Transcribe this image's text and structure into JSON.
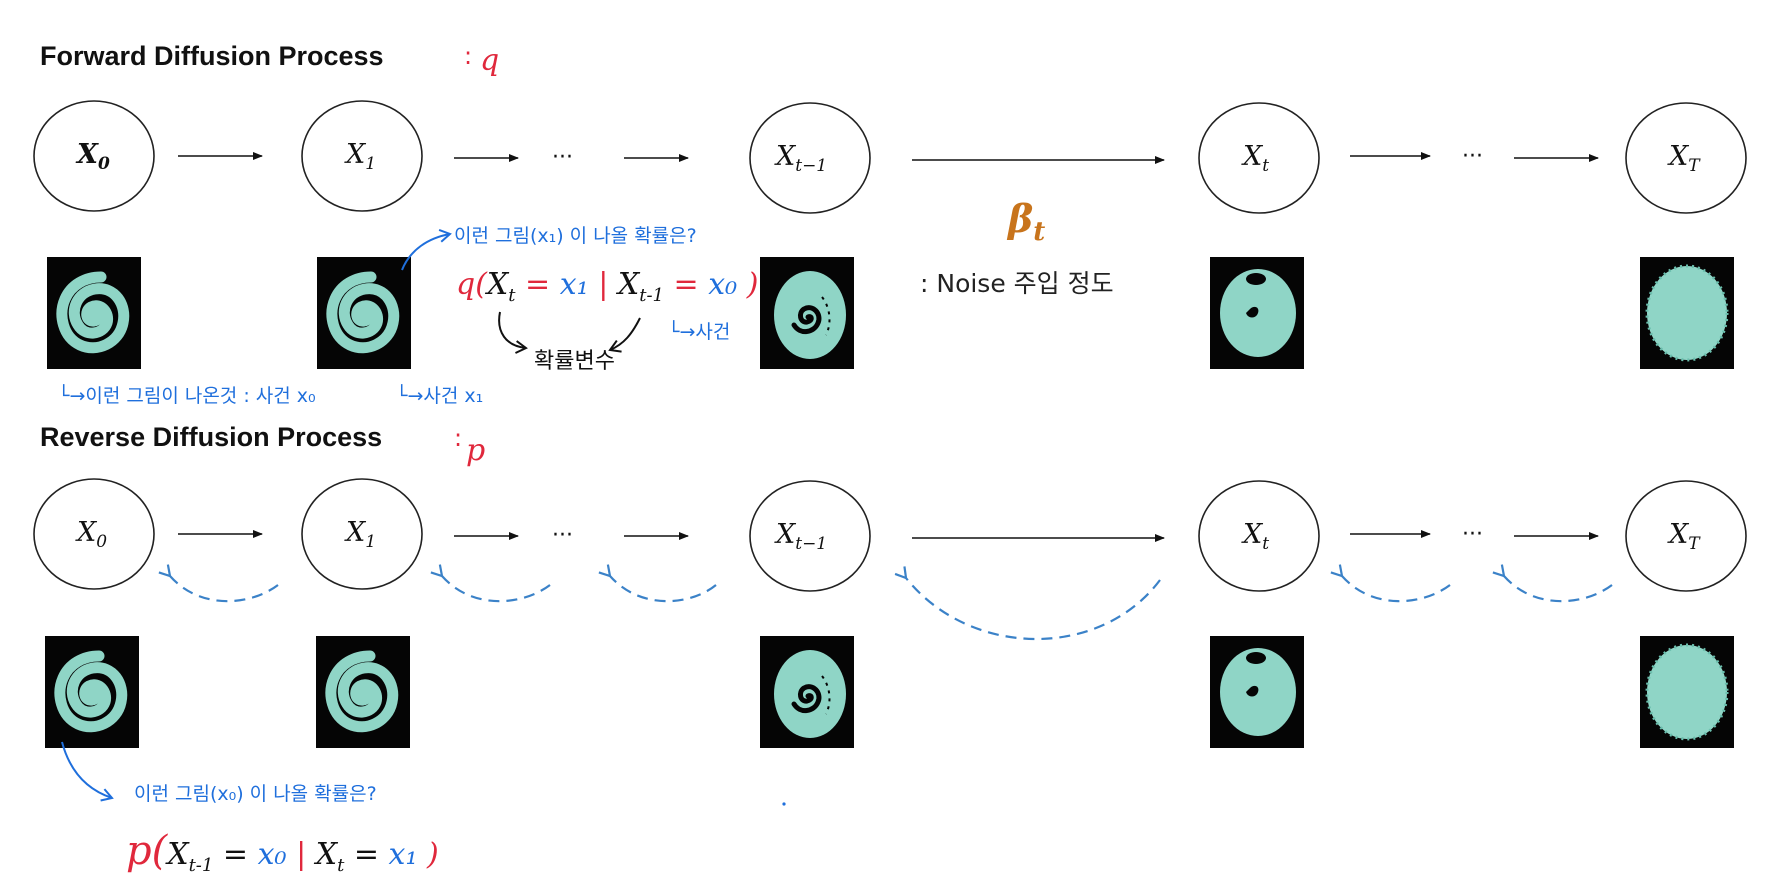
{
  "forward": {
    "title": "Forward Diffusion Process",
    "colon": ":",
    "symbol": "q",
    "nodes": [
      {
        "base": "X",
        "sub": "0"
      },
      {
        "base": "X",
        "sub": "1"
      },
      {
        "base": "X",
        "sub": "t−1"
      },
      {
        "base": "X",
        "sub": "t"
      },
      {
        "base": "X",
        "sub": "T"
      }
    ],
    "ellipsis": "···",
    "beta": {
      "base": "β",
      "sub": "t"
    },
    "noise_text": ": Noise 주입 정도",
    "annot_prob_q": "이런 그림(x₁) 이 나올 확률은?",
    "annot_event_x0": "└→이런 그림이 나온것 : 사건 x₀",
    "annot_event_x1": "└→사건 x₁",
    "annot_condition": "└→사건",
    "annot_rv": "확률변수",
    "formula_q": {
      "f": "q(",
      "xt": "X",
      "xt_sub": "t",
      "eq1": " = ",
      "v1": "x₁",
      "bar": " | ",
      "xt1": "X",
      "xt1_sub": "t-1",
      "eq2": " = ",
      "v2": "x₀",
      "close": " )"
    }
  },
  "reverse": {
    "title": "Reverse Diffusion Process",
    "colon": ":",
    "symbol": "p",
    "nodes": [
      {
        "base": "X",
        "sub": "0"
      },
      {
        "base": "X",
        "sub": "1"
      },
      {
        "base": "X",
        "sub": "t−1"
      },
      {
        "base": "X",
        "sub": "t"
      },
      {
        "base": "X",
        "sub": "T"
      }
    ],
    "ellipsis": "···",
    "annot_prob_p": "이런 그림(x₀) 이 나올 확률은?",
    "formula_p": {
      "f": "p(",
      "xa": "X",
      "xa_sub": "t-1",
      "eq1": " = ",
      "v1": "x₀",
      "bar": " | ",
      "xb": "X",
      "xb_sub": "t",
      "eq2": " = ",
      "v2": "x₁",
      "close": " )"
    }
  },
  "colors": {
    "node_stroke": "#222222",
    "arrow": "#111111",
    "dashed": "#3b82c8",
    "swirl": "#8fd5c6",
    "thumb_bg": "#050505",
    "blue": "#1f6fdc",
    "red": "#e0283c",
    "beta": "#c8741c"
  },
  "thumbnails": [
    "spiral",
    "spiral",
    "partly-noised",
    "mostly-noised",
    "pure-noise"
  ]
}
